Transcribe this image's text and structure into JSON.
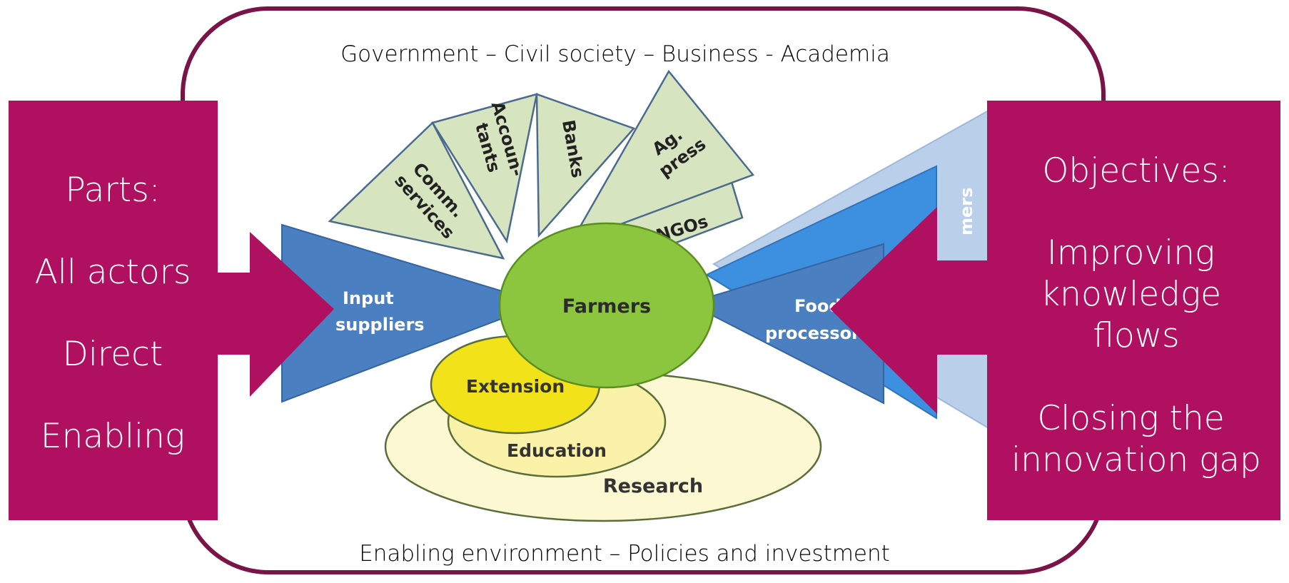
{
  "top_caption": "Government – Civil society – Business - Academia",
  "bottom_caption": "Enabling environment – Policies and investment",
  "left_panel": {
    "heading": "Parts:",
    "items": [
      "All actors",
      "Direct",
      "Enabling"
    ]
  },
  "right_panel": {
    "heading": "Objectives:",
    "item1": [
      "Improving",
      "knowledge",
      "flows"
    ],
    "item2": [
      "Closing the",
      "innovation gap"
    ]
  },
  "diagram": {
    "center": "Farmers",
    "fan": {
      "comm": [
        "Comm.",
        "services"
      ],
      "accountants": [
        "Accoun-",
        "tants"
      ],
      "banks": "Banks",
      "agpress": [
        "Ag.",
        "press"
      ],
      "ngos": "NGOs"
    },
    "input_suppliers": [
      "Input",
      "suppliers"
    ],
    "food_processors": [
      "Food",
      "processors"
    ],
    "consumers_partial": "mers",
    "extension": "Extension",
    "education": "Education",
    "research": "Research"
  },
  "colors": {
    "magenta": "#b01060",
    "frame": "#7a1446",
    "fan_fill": "#d6e4bf",
    "blue_dark": "#4a7fc1",
    "blue_mid": "#3d8fe0",
    "blue_light": "#b9cfea",
    "green": "#8cc63f",
    "yellow": "#f2e21a",
    "yellow_pale": "#faf2a8",
    "yellow_paler": "#fcf8d2"
  }
}
